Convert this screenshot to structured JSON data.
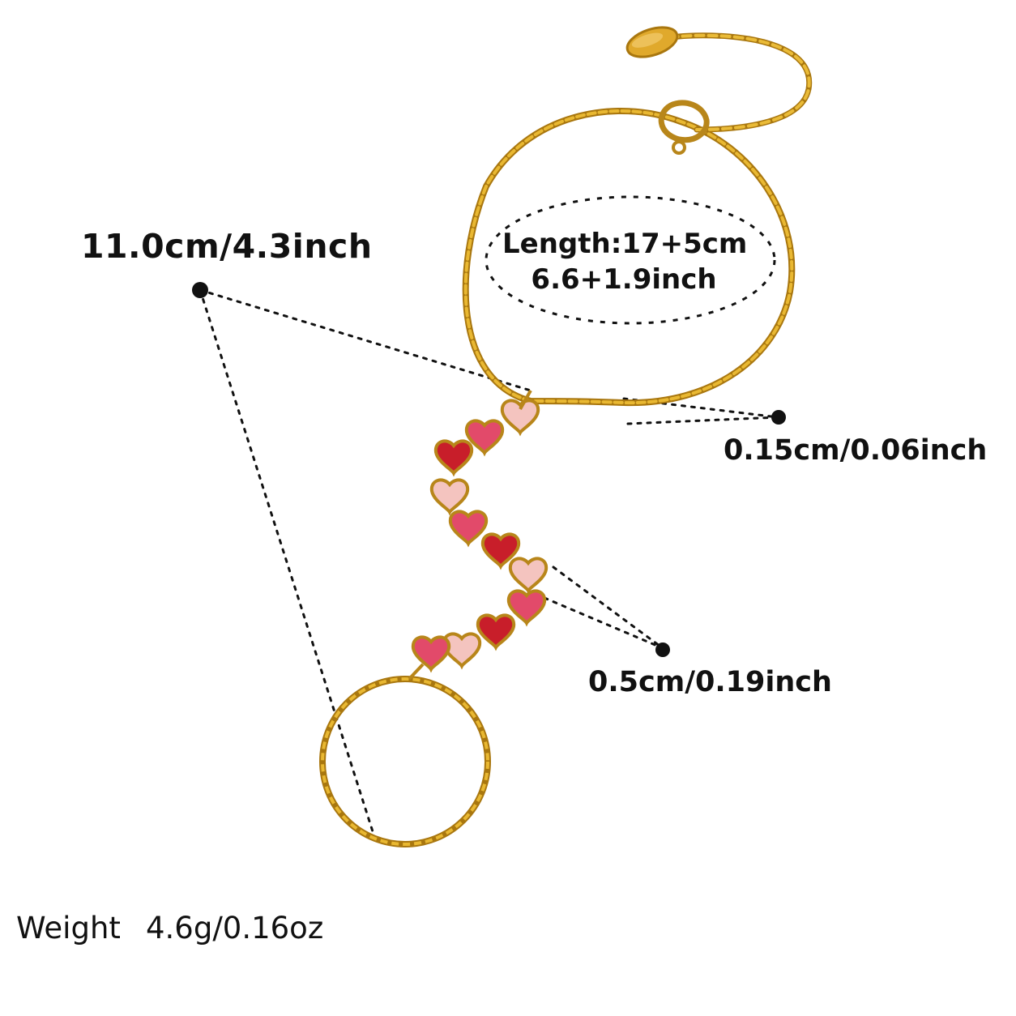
{
  "labels": {
    "finger_chain_length": "11.0cm/4.3inch",
    "bracelet_length_line1": "Length:17+5cm",
    "bracelet_length_line2": "6.6+1.9inch",
    "chain_width": "0.15cm/0.06inch",
    "stone_size": "0.5cm/0.19inch",
    "weight_label": "Weight",
    "weight_value": "4.6g/0.16oz"
  },
  "colors": {
    "gold": "#d4a020",
    "gold_dark": "#a9770f",
    "stone_red": "#c81e2a",
    "stone_pink": "#e24a6a",
    "stone_blush": "#f4c4bf",
    "guide": "#111111"
  }
}
